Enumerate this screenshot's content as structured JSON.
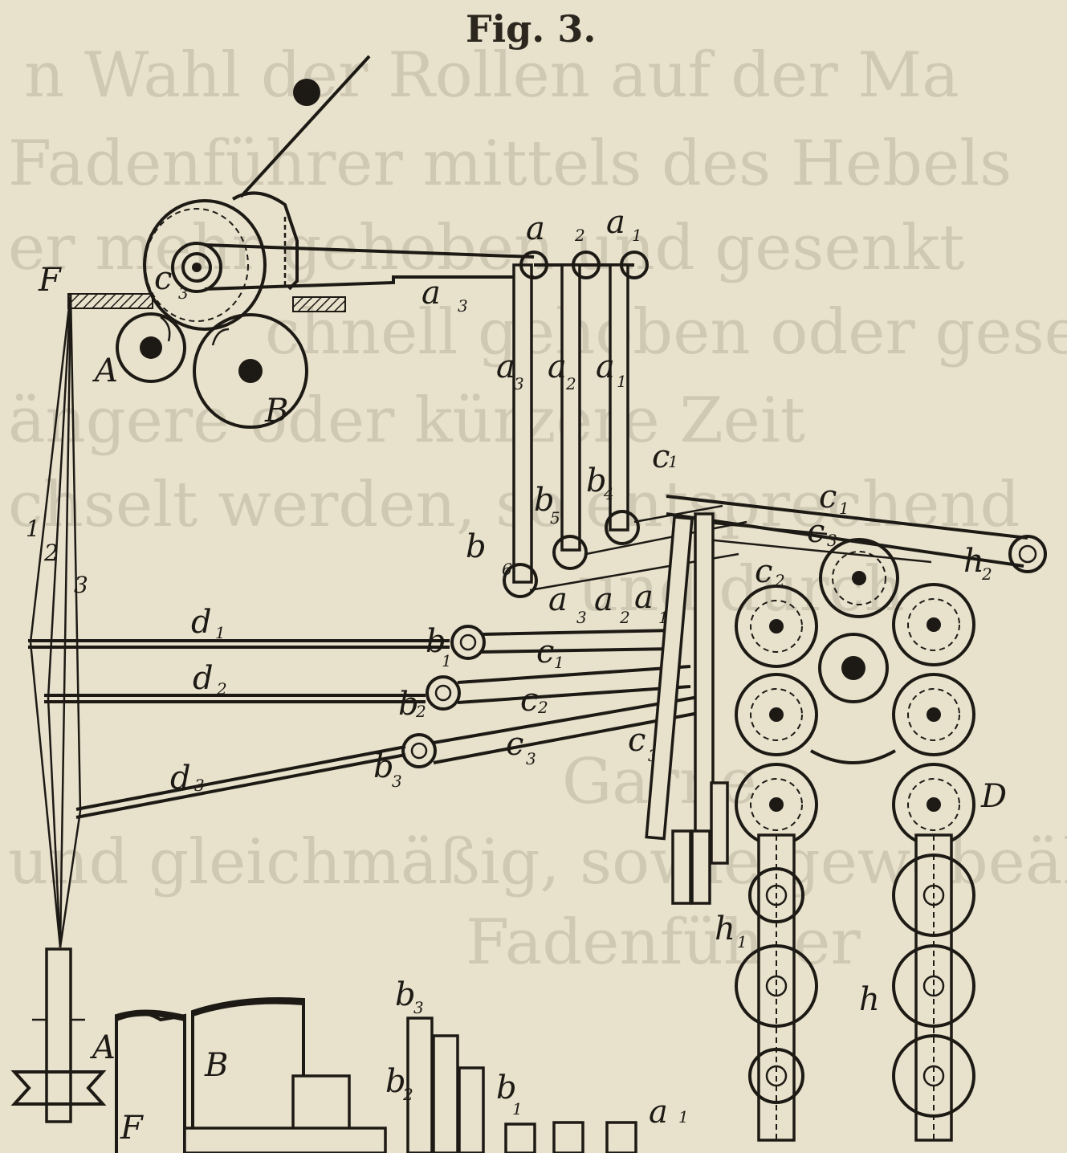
{
  "figure": {
    "title": "Fig. 3."
  },
  "background_text_lines": [
    "n Wahl der Rollen auf der Ma",
    "Fadenführer mittels des Hebels",
    "er mehr gehoben und gesenkt",
    "chnell gehoben oder gesenkt",
    "ängere oder kürzere Zeit",
    "chselt werden, so entsprechend",
    "und durch",
    "Garne",
    "und gleichmäßig, sowie gewebeähnliche",
    "Fadenführer"
  ],
  "labels": {
    "F": "F",
    "A": "A",
    "B": "B",
    "c3": "c",
    "a1": "a",
    "a2": "a",
    "a3": "a",
    "b1": "b",
    "b2": "b",
    "b3": "b",
    "b4": "b",
    "b5": "b",
    "b6": "b",
    "c1": "c",
    "c2": "c",
    "c_top": "c",
    "d1": "d",
    "d2": "d",
    "d3": "d",
    "h": "h",
    "h1": "h",
    "h2": "h",
    "D": "D",
    "thread1": "1",
    "thread2": "2",
    "thread3": "3",
    "bottom_A": "A",
    "bottom_B": "B",
    "bottom_F": "F",
    "bottom_b1": "b",
    "bottom_b2": "b",
    "bottom_b3": "b",
    "bottom_a1": "a"
  },
  "subscripts": {
    "one": "1",
    "two": "2",
    "three": "3",
    "four": "4",
    "five": "5",
    "six": "6"
  },
  "colors": {
    "paper": "#e8e2cc",
    "ink": "#1d1a15",
    "ghost_text": "#cfc9b4"
  }
}
